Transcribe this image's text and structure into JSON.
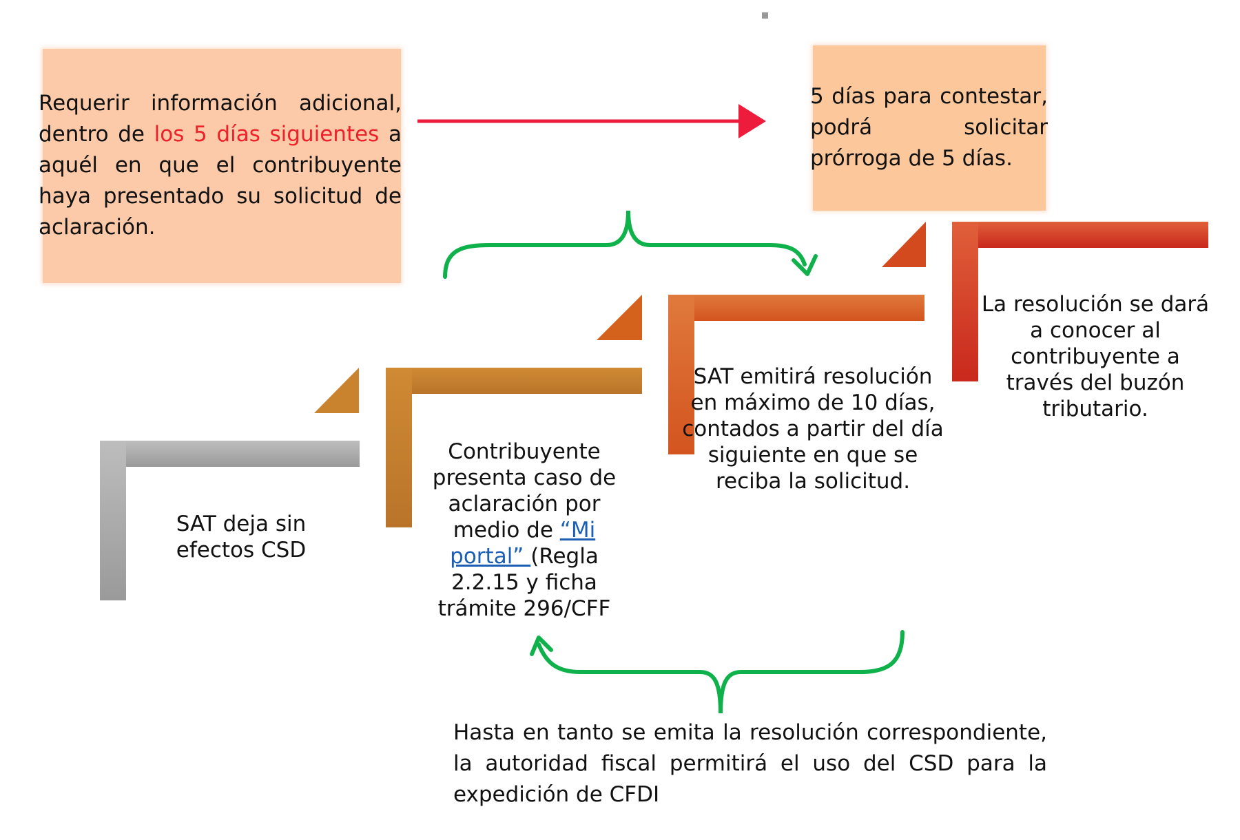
{
  "colors": {
    "box_left_fill": "#fccaa9",
    "box_right_fill": "#fcc79b",
    "highlight_red": "#ee2029",
    "arrow_red": "#ee1c3c",
    "bracket_green": "#0fb24a",
    "link_blue": "#1a5fb4",
    "step_gray": "#a6a6a6",
    "step_gold": "#c9822e",
    "step_orange": "#d9652b",
    "step_red": "#d63b2b"
  },
  "left_box": {
    "text_before": "Requerir información adicional, dentro de ",
    "highlight": "los 5 días siguientes",
    "text_after": " a aquél en que el contribuyente haya presentado su solicitud de aclaración."
  },
  "right_box": {
    "text": "5 días para contestar, podrá solicitar prórroga de 5 días."
  },
  "steps": [
    {
      "text": "SAT deja sin efectos CSD",
      "icon": "gray-step-icon"
    },
    {
      "text_before": "Contribuyente presenta caso de aclaración por medio de ",
      "link_text": "“Mi portal” ",
      "text_after": "(Regla 2.2.15 y ficha trámite 296/CFF",
      "icon": "gold-step-icon"
    },
    {
      "text": "SAT emitirá resolución en máximo de 10 días, contados a partir del día siguiente en que se reciba la solicitud.",
      "icon": "orange-step-icon"
    },
    {
      "text": "La resolución se dará a conocer al contribuyente a través del buzón tributario.",
      "icon": "red-step-icon"
    }
  ],
  "bottom_note": {
    "text": "Hasta en tanto se emita la resolución correspondiente, la autoridad fiscal permitirá el uso del CSD para la expedición de CFDI"
  }
}
